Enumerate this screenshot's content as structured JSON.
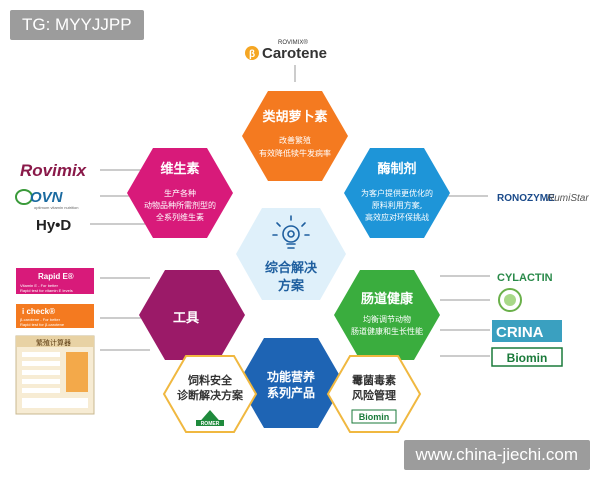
{
  "watermark_tl": "TG: MYYJJPP",
  "watermark_br": "www.china-jiechi.com",
  "center": {
    "line1": "综合解决",
    "line2": "方案",
    "icon": "lightbulb-gear-icon"
  },
  "hexes": [
    {
      "id": "carotene",
      "title": "类胡萝卜素",
      "desc": [
        "改善繁殖",
        "有效降低犊牛发病率"
      ],
      "color": "#f47a20"
    },
    {
      "id": "enzyme",
      "title": "酶制剂",
      "desc": [
        "为客户提供更优化的",
        "原料利用方案,",
        "高效应对环保挑战"
      ],
      "color": "#1e95d8"
    },
    {
      "id": "gut",
      "title": "肠道健康",
      "desc": [
        "均衡调节动物",
        "肠道健康和生长性能"
      ],
      "color": "#3aad3e"
    },
    {
      "id": "nutrition",
      "title": "功能营养",
      "title2": "系列产品",
      "desc": [],
      "color": "#1e64b4"
    },
    {
      "id": "tools",
      "title": "工具",
      "desc": [],
      "color": "#9b1a68"
    },
    {
      "id": "vitamin",
      "title": "维生素",
      "desc": [
        "生产各种",
        "动物品种所需剂型的",
        "全系列维生素"
      ],
      "color": "#d81a7a"
    }
  ],
  "sub_hexes": [
    {
      "id": "feed-safety",
      "title": "饲料安全",
      "title2": "诊断解决方案",
      "logo": "ROMER"
    },
    {
      "id": "mycotoxin",
      "title": "霉菌毒素",
      "title2": "风险管理",
      "logo": "Biomin"
    }
  ],
  "brands": {
    "rovimix_carotene": {
      "small": "ROVIMIX®",
      "main": "Carotene"
    },
    "rovimix": "Rovimix",
    "ovn": "OVN",
    "ovn_sub": "optimum vitamin nutrition",
    "hyd": "Hy•D",
    "ronozyme": "RONOZYME",
    "rumistar": "RumiStar",
    "cylactin": "CYLACTIN",
    "crina": "CRINA",
    "biomin": "Biomin"
  },
  "tool_cards": [
    {
      "title": "Rapid E®",
      "line1": "Vitamin E - For better",
      "line2": "Rapid test for vitamin E levels"
    },
    {
      "title": "i check®",
      "line1": "β-carotene - For better",
      "line2": "Rapid test for β-carotene"
    },
    {
      "title": "繁殖计算器",
      "line1": "",
      "line2": ""
    }
  ],
  "colors": {
    "connector": "#9a9a9a",
    "center_fill": "#dff0fa",
    "center_text": "#1f5f9f"
  }
}
